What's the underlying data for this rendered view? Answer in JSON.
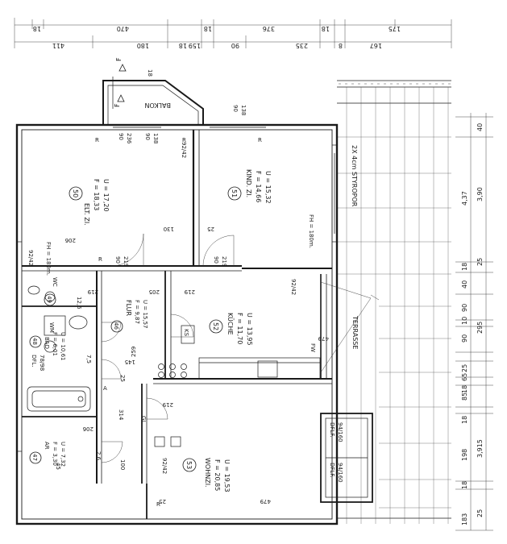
{
  "dimensions": {
    "top_upper": [
      "175",
      "18",
      "376",
      "18",
      "470",
      "18"
    ],
    "top_lower": [
      "167",
      "8",
      "235",
      "90",
      "159",
      "18",
      "180",
      "411"
    ],
    "right_outer": [
      "183",
      "3,915",
      "198",
      "18",
      "85",
      "65",
      "295",
      "18",
      "4,37"
    ],
    "right_inner": [
      "25",
      "18",
      "18",
      "25",
      "90",
      "10",
      "90",
      "40",
      "25",
      "3,90",
      "40"
    ]
  },
  "markers": {
    "section_label": "F",
    "balkon": "BALKON",
    "terrace": "TERRASSE",
    "styropor": "2X 4cm STYROPOR"
  },
  "rooms": [
    {
      "number": "50",
      "name": "ELT. ZI.",
      "f": "F  =  18,33",
      "u": "U  =  17,20"
    },
    {
      "number": "51",
      "name": "KIND. ZI.",
      "f": "F  =  14,66",
      "u": "U  =  15,32"
    },
    {
      "number": "52",
      "name": "KÜCHE",
      "f": "F  =  11,70",
      "u": "U  =  13,95"
    },
    {
      "number": "53",
      "name": "WOHNZI.",
      "f": "F  =  20,85",
      "u": "U  =  19,53"
    },
    {
      "number": "46",
      "name": "FLUR",
      "f": "F = 9,87",
      "u": "U = 15,57"
    },
    {
      "number": "48",
      "name": "BAD",
      "f": "F = 6,01",
      "u": "U = 10,61"
    },
    {
      "number": "47",
      "name": "AR",
      "f": "F  =  3,30",
      "u": "U  =  7,32"
    },
    {
      "number": "49",
      "name": "WC",
      "f": "",
      "u": ""
    }
  ],
  "labels": {
    "wm": "WM",
    "ks": "KS",
    "fh1": "FH = 180m.",
    "fh2": "FH = 180m.",
    "dfl_top": "DFLF.",
    "dfl_top_size": "94/160",
    "dfl_bottom": "DFLF.",
    "dfl_bottom_size": "94/160",
    "dfl_left": "DFL.",
    "dfl_left_size": "78/98",
    "window_sizes": [
      "92/42",
      "92/42",
      "92/42",
      "92/42"
    ],
    "r_marks": [
      "R",
      "R",
      "R",
      "R",
      "R"
    ],
    "gl": "GL",
    "a_mark": "A",
    "fw": "FW",
    "misc": [
      "90",
      "236",
      "90",
      "138",
      "90",
      "138",
      "18",
      "206",
      "130",
      "25",
      "90",
      "219",
      "90",
      "219",
      "219",
      "205",
      "219",
      "259",
      "145",
      "25",
      "219",
      "314",
      "206",
      "45",
      "100",
      "25",
      "479",
      "479",
      "12,6",
      "7,5",
      "2,6"
    ]
  }
}
